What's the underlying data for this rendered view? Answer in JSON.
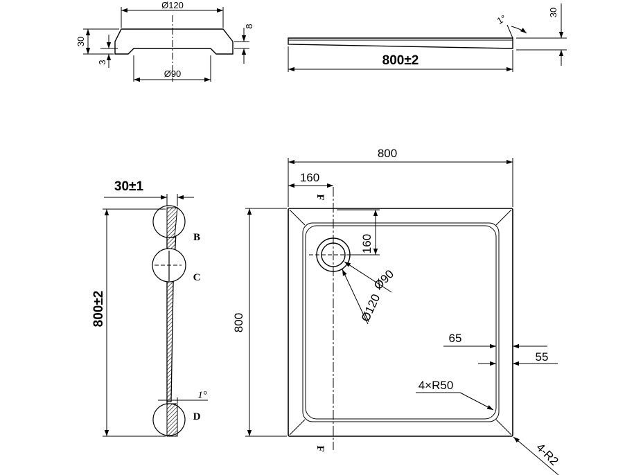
{
  "drain_view": {
    "outer_dia": "Ø120",
    "inner_dia": "Ø90",
    "height": "30",
    "flange": "3",
    "lip": "8"
  },
  "front_view": {
    "length": "800±2",
    "angle": "1°",
    "height": "30"
  },
  "side_view": {
    "thickness": "30±1",
    "length": "800±2",
    "angle": "1°",
    "detail_b": "B",
    "detail_c": "C",
    "detail_d": "D"
  },
  "plan_view": {
    "width": "800",
    "depth": "800",
    "drain_offset_x": "160",
    "drain_offset_y": "160",
    "drain_inner": "Ø90",
    "drain_outer": "Ø120",
    "inner_margin": "65",
    "outer_margin": "55",
    "inner_radius": "4×R50",
    "outer_radius": "4-R2",
    "section_top": "F",
    "section_bottom": "F"
  }
}
